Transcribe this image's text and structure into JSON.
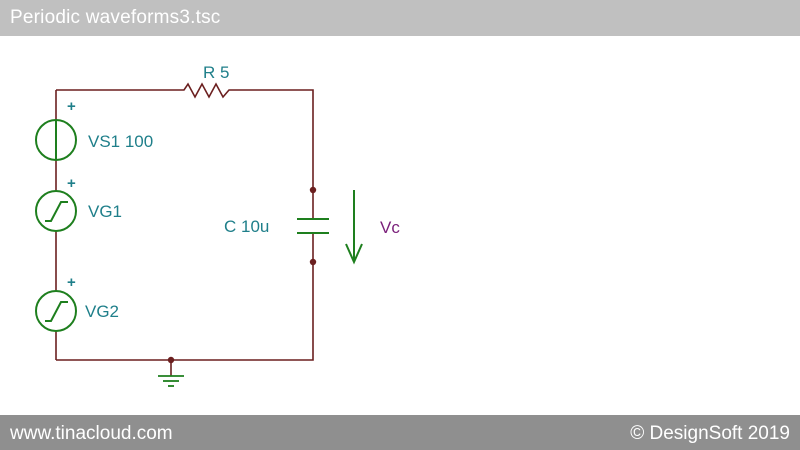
{
  "window": {
    "title": "Periodic waveforms3.tsc"
  },
  "footer": {
    "website": "www.tinacloud.com",
    "copyright": "© DesignSoft 2019"
  },
  "circuit": {
    "resistor_label": "R 5",
    "vs1_label": "VS1 100",
    "vg1_label": "VG1",
    "vg2_label": "VG2",
    "capacitor_label": "C 10u",
    "voltage_arrow_label": "Vc",
    "plus_sign": "+"
  },
  "colors": {
    "wire": "#6b1f1f",
    "component": "#1e7f1e",
    "label": "#1f7f8a",
    "voltage_label": "#7a1f7a",
    "title_bar": "#c0c0c0",
    "footer_bar": "#8f8f8f"
  }
}
